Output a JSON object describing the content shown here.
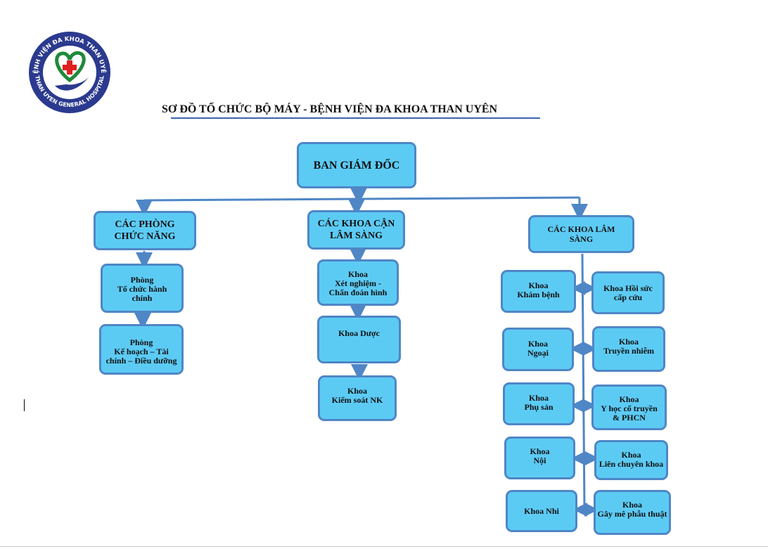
{
  "logo": {
    "top_text": "BỆNH VIỆN ĐA KHOA THAN UYÊN",
    "bottom_text": "THAN UYEN GENERAL HOSPITAL"
  },
  "title": "SƠ ĐỒ TỔ CHỨC BỘ MÁY - BỆNH VIỆN ĐA KHOA THAN UYÊN",
  "root": "BAN GIÁM ĐỐC",
  "groups": [
    {
      "label": "CÁC PHÒNG\nCHỨC NĂNG",
      "items": [
        "Phòng\nTổ chức hành\nchính",
        "Phòng\nKế hoạch – Tài\nchính – Điều dưỡng"
      ]
    },
    {
      "label": "CÁC KHOA CẬN\nLÂM SÀNG",
      "items": [
        "Khoa\nXét nghiệm -\nChẩn đoán hình",
        "Khoa Dược",
        "Khoa\nKiểm soát NK"
      ]
    },
    {
      "label": "CÁC KHOA LÂM\nSÀNG",
      "left_items": [
        "Khoa\nKhám bệnh",
        "Khoa\nNgoại",
        "Khoa\nPhụ sản",
        "Khoa\nNội",
        "Khoa Nhi"
      ],
      "right_items": [
        "Khoa Hồi sức\ncấp cứu",
        "Khoa\nTruyền nhiễm",
        "Khoa\nY học cổ truyền\n& PHCN",
        "Khoa\nLiên chuyên khoa",
        "Khoa\nGây mê phẫu thuật"
      ]
    }
  ],
  "colors": {
    "box_fill": "#5ccbf4",
    "box_border": "#4f86c6",
    "line": "#4f86c6"
  }
}
